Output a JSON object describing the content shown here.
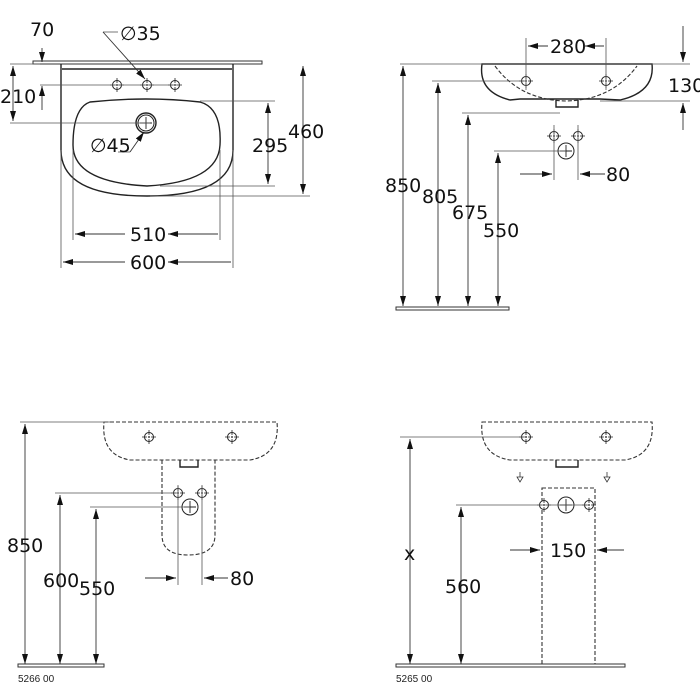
{
  "views": {
    "top_plan": {
      "dim_70": "70",
      "dim_210": "210",
      "dia_35": "∅35",
      "dia_45": "∅45",
      "dim_295": "295",
      "dim_460": "460",
      "dim_510": "510",
      "dim_600": "600"
    },
    "side_wall": {
      "dim_280": "280",
      "dim_130": "130",
      "dim_850": "850",
      "dim_805": "805",
      "dim_675": "675",
      "dim_550": "550",
      "dim_80": "80"
    },
    "half_pedestal": {
      "dim_850": "850",
      "dim_600": "600",
      "dim_550": "550",
      "dim_80": "80",
      "article": "5266 00"
    },
    "pedestal": {
      "dim_x": "x",
      "dim_560": "560",
      "dim_150": "150",
      "article": "5265 00"
    }
  }
}
